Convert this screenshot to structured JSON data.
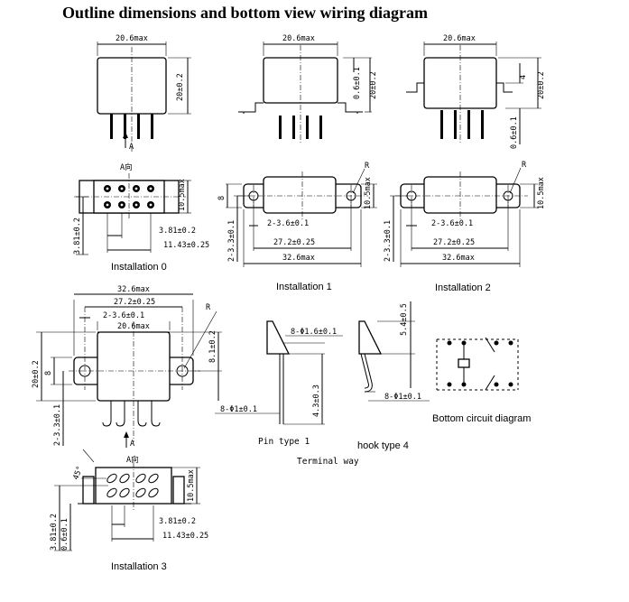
{
  "title": "Outline dimensions and bottom view wiring diagram",
  "dims": {
    "width_max": "20.6max",
    "height": "20±0.2",
    "flange_gap": "0.6±0.1",
    "four": "4",
    "depth": "10.5max",
    "eight": "8",
    "pitch_short": "3.81±0.2",
    "pitch_long": "11.43±0.25",
    "hole": "2-3.6±0.1",
    "hole_b": "2-3.3±0.1",
    "mount": "27.2±0.25",
    "overall": "32.6max",
    "radius": "R",
    "tab": "8.1±0.2",
    "pin_dia": "8-Φ1.6±0.1",
    "pin_dia_small": "8-Φ1±0.1",
    "pin_len": "4.3±0.3",
    "hook_len": "5.4±0.5",
    "angle": "45°",
    "view_a": "A",
    "view_a_dir": "A向"
  },
  "labels": {
    "inst0": "Installation  0",
    "inst1": "Installation  1",
    "inst2": "Installation  2",
    "inst3": "Installation  3",
    "pin_type": "Pin type 1",
    "hook_type": "hook type  4",
    "terminal_way": "Terminal way",
    "bottom_circuit": "Bottom circuit diagram"
  }
}
